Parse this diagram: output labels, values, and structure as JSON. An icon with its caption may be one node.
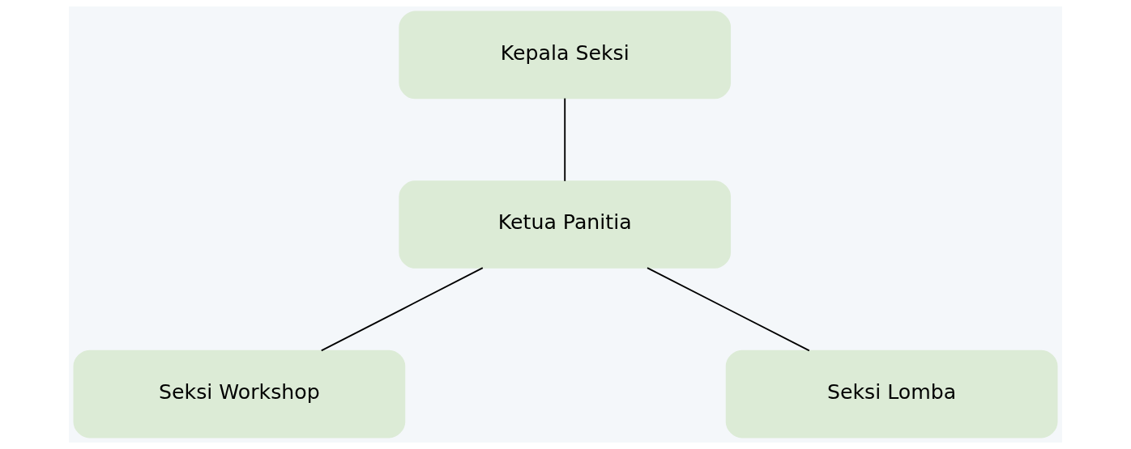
{
  "diagram": {
    "nodes": [
      {
        "text": [
          "Kepala Seksi"
        ]
      },
      {
        "text": [
          "Ketua Panitia"
        ]
      },
      {
        "text": [
          "Seksi Workshop"
        ]
      },
      {
        "text": [
          "Seksi Lomba"
        ]
      }
    ],
    "edges": [
      {
        "from": 0,
        "to": 1,
        "arrow": "none"
      },
      {
        "from": 1,
        "to": 2,
        "arrow": "none"
      },
      {
        "from": 1,
        "to": 3,
        "arrow": "none"
      }
    ]
  }
}
